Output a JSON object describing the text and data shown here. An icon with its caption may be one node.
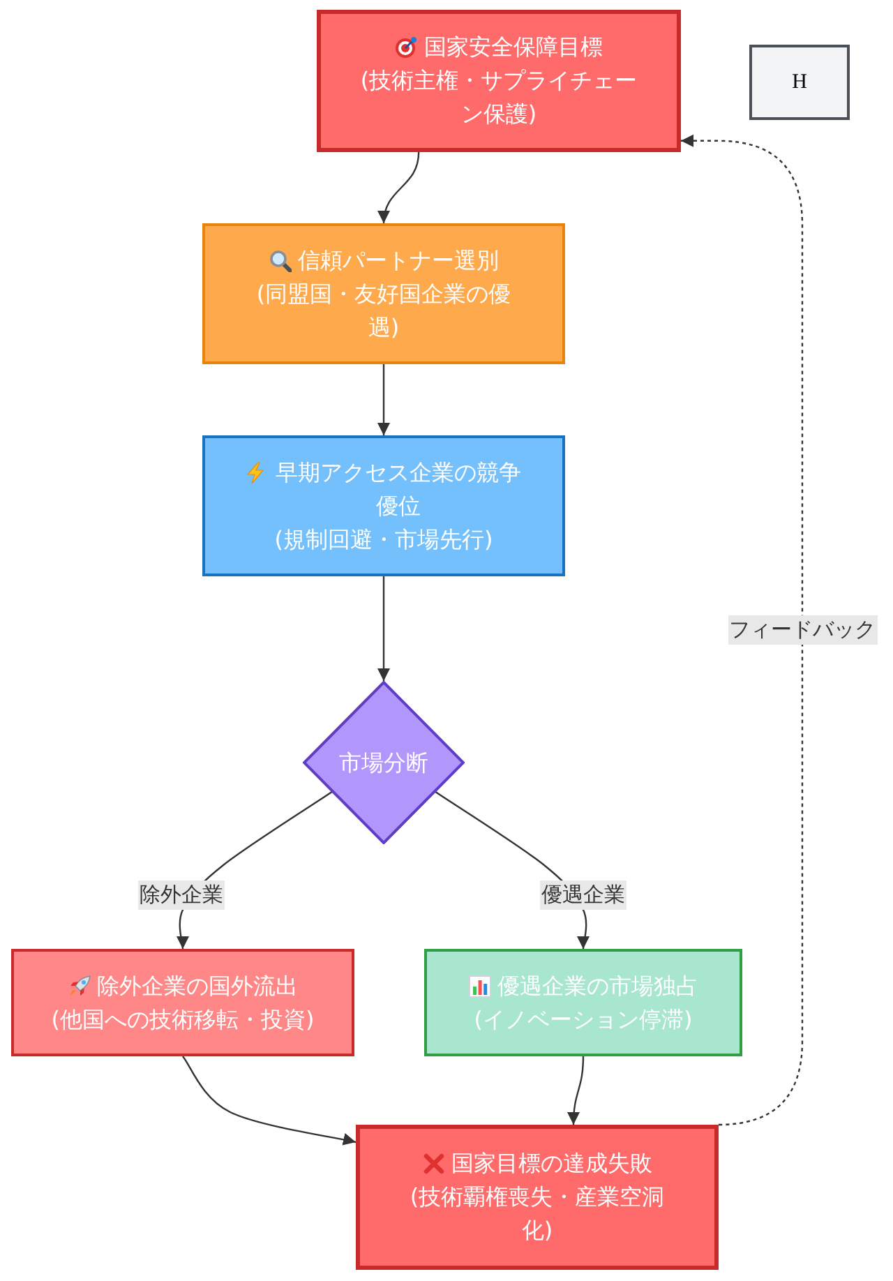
{
  "diagram": {
    "nodes": [
      {
        "text": [
          "国家安全保障目標",
          "(技術主権・サプライチェーン保護)"
        ]
      },
      {
        "text": [
          "H"
        ]
      },
      {
        "text": [
          "信頼パートナー選別",
          "(同盟国・友好国企業の優遇)"
        ]
      },
      {
        "text": [
          "早期アクセス企業の競争優位",
          "(規制回避・市場先行)"
        ]
      },
      {
        "text": [
          "市場分断"
        ]
      },
      {
        "text": [
          "除外企業の国外流出",
          "(他国への技術移転・投資)"
        ]
      },
      {
        "text": [
          "優遇企業の市場独占",
          "(イノベーション停滞)"
        ]
      },
      {
        "text": [
          "国家目標の達成失敗",
          "(技術覇権喪失・産業空洞化)"
        ]
      }
    ],
    "edges": [
      {
        "from": 0,
        "to": 2,
        "arrow": "to"
      },
      {
        "from": 2,
        "to": 3,
        "arrow": "to"
      },
      {
        "from": 3,
        "to": 4,
        "arrow": "to"
      },
      {
        "from": 4,
        "to": 5,
        "arrow": "to",
        "label": "除外企業"
      },
      {
        "from": 4,
        "to": 6,
        "arrow": "to",
        "label": "優遇企業"
      },
      {
        "from": 5,
        "to": 7,
        "arrow": "to"
      },
      {
        "from": 6,
        "to": 7,
        "arrow": "to"
      },
      {
        "from": 7,
        "to": 0,
        "arrow": "to",
        "label": "フィードバック",
        "style": "dashed"
      }
    ]
  }
}
